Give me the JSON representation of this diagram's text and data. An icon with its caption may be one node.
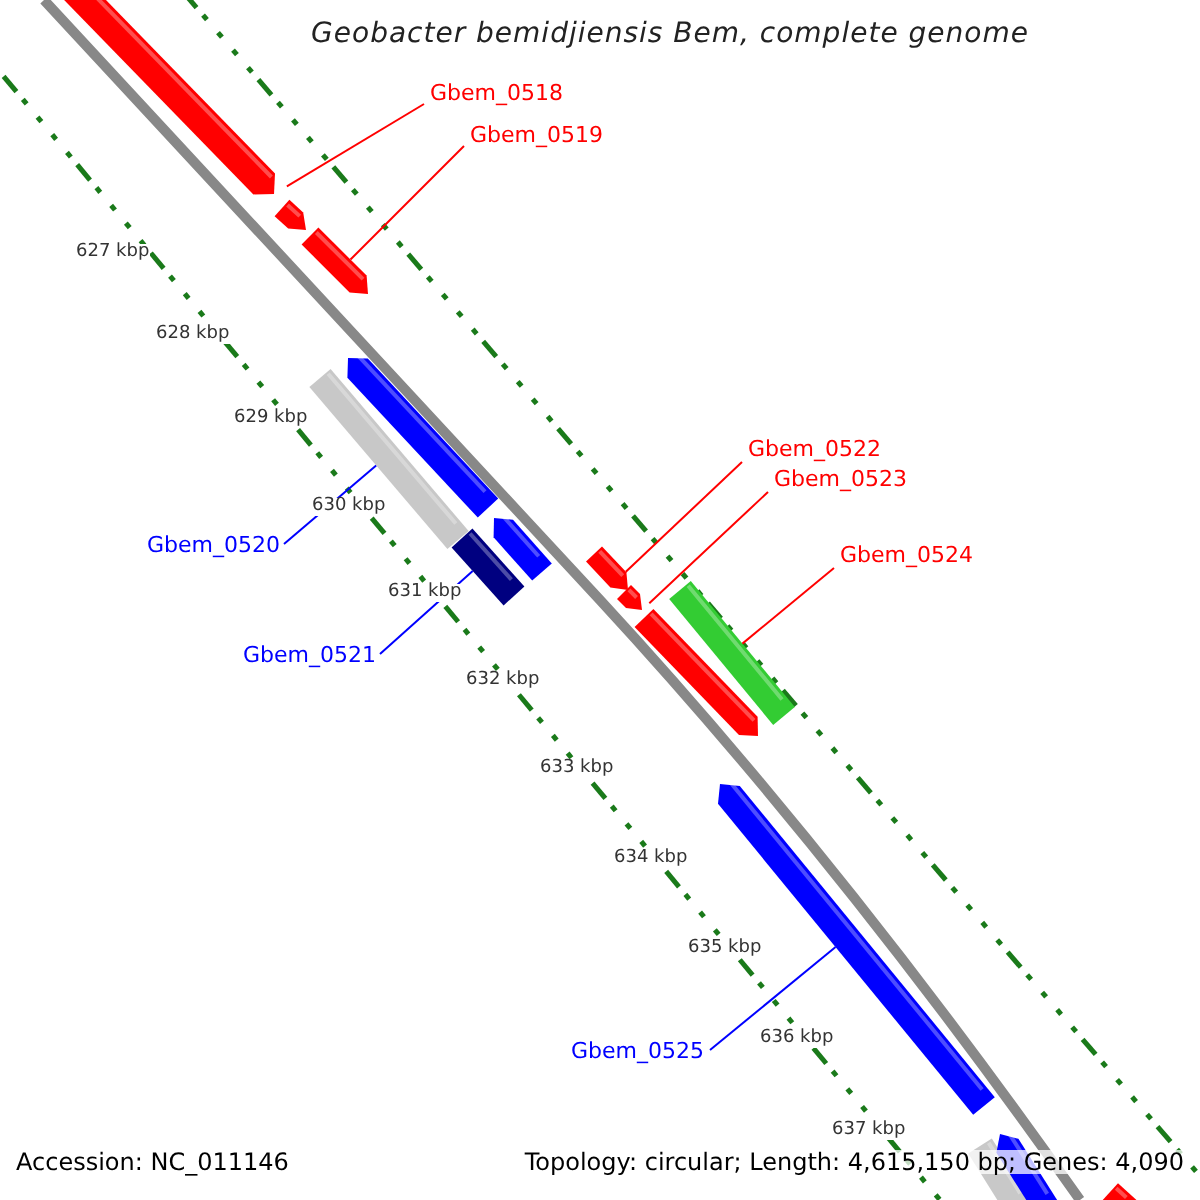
{
  "diagram": {
    "title": "Geobacter bemidjiensis Bem, complete genome",
    "nodes": [
      {
        "text": [
          "Gbem_0518"
        ]
      },
      {
        "text": [
          "Gbem_0519"
        ]
      },
      {
        "text": [
          "Gbem_0520"
        ]
      },
      {
        "text": [
          "Gbem_0521"
        ]
      },
      {
        "text": [
          "Gbem_0522"
        ]
      },
      {
        "text": [
          "Gbem_0523"
        ]
      },
      {
        "text": [
          "Gbem_0524"
        ]
      },
      {
        "text": [
          "Gbem_0525"
        ]
      },
      {
        "text": [],
        "shape": "arrow"
      },
      {
        "text": [],
        "shape": "arrow"
      },
      {
        "text": [],
        "shape": "arrow"
      },
      {
        "text": [],
        "shape": "bar"
      },
      {
        "text": [],
        "shape": "arrow"
      },
      {
        "text": [],
        "shape": "bar"
      },
      {
        "text": [],
        "shape": "arrow"
      },
      {
        "text": [],
        "shape": "arrow"
      },
      {
        "text": [],
        "shape": "arrow"
      },
      {
        "text": [],
        "shape": "arrow"
      },
      {
        "text": [],
        "shape": "bar"
      },
      {
        "text": [],
        "shape": "arrow"
      },
      {
        "text": [],
        "shape": "bar"
      },
      {
        "text": [],
        "shape": "arrow"
      },
      {
        "text": [],
        "shape": "bar"
      }
    ],
    "edges": [
      {
        "from": 0,
        "to": 8,
        "arrow": "none"
      },
      {
        "from": 1,
        "to": 10,
        "arrow": "none"
      },
      {
        "from": 2,
        "to": 11,
        "arrow": "none",
        "color": "#0000ff"
      },
      {
        "from": 3,
        "to": 13,
        "arrow": "none",
        "color": "#0000ff"
      },
      {
        "from": 4,
        "to": 15,
        "arrow": "none"
      },
      {
        "from": 5,
        "to": 16,
        "arrow": "none"
      },
      {
        "from": 6,
        "to": 18,
        "arrow": "none"
      },
      {
        "from": 7,
        "to": 19,
        "arrow": "none",
        "color": "#0000ff"
      }
    ],
    "labels": [
      "627 kbp",
      "628 kbp",
      "629 kbp",
      "630 kbp",
      "631 kbp",
      "632 kbp",
      "633 kbp",
      "634 kbp",
      "635 kbp",
      "636 kbp",
      "637 kbp",
      "Accession: NC_011146",
      "Topology: circular; Length: 4,615,150 bp; Genes: 4,090"
    ]
  }
}
